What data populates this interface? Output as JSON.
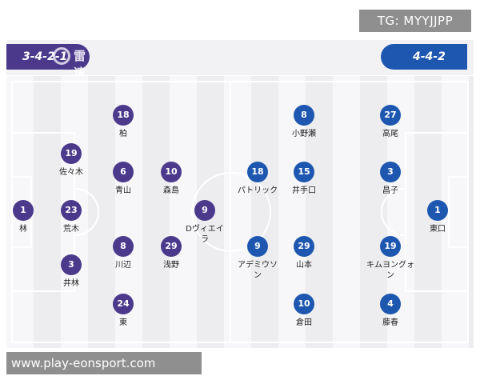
{
  "tg_label": "TG: MYYJJPP",
  "watermark": "www.play-eonsport.com",
  "home": {
    "formation": "3-4-2-1",
    "color": "#4b3a8c",
    "logo_text": "雷速",
    "players": [
      {
        "number": "1",
        "name": "林"
      },
      {
        "number": "19",
        "name": "佐々木"
      },
      {
        "number": "23",
        "name": "荒木"
      },
      {
        "number": "3",
        "name": "井林"
      },
      {
        "number": "18",
        "name": "柏"
      },
      {
        "number": "6",
        "name": "青山"
      },
      {
        "number": "8",
        "name": "川辺"
      },
      {
        "number": "24",
        "name": "東"
      },
      {
        "number": "10",
        "name": "森島"
      },
      {
        "number": "29",
        "name": "浅野"
      },
      {
        "number": "9",
        "name": "Dヴィエイラ"
      }
    ]
  },
  "away": {
    "formation": "4-4-2",
    "color": "#1e57b0",
    "players": [
      {
        "number": "18",
        "name": "パトリック"
      },
      {
        "number": "9",
        "name": "アデミウソン"
      },
      {
        "number": "8",
        "name": "小野瀬"
      },
      {
        "number": "15",
        "name": "井手口"
      },
      {
        "number": "29",
        "name": "山本"
      },
      {
        "number": "10",
        "name": "倉田"
      },
      {
        "number": "27",
        "name": "高尾"
      },
      {
        "number": "3",
        "name": "昌子"
      },
      {
        "number": "19",
        "name": "キムヨングォン"
      },
      {
        "number": "4",
        "name": "藤春"
      },
      {
        "number": "1",
        "name": "東口"
      }
    ]
  }
}
